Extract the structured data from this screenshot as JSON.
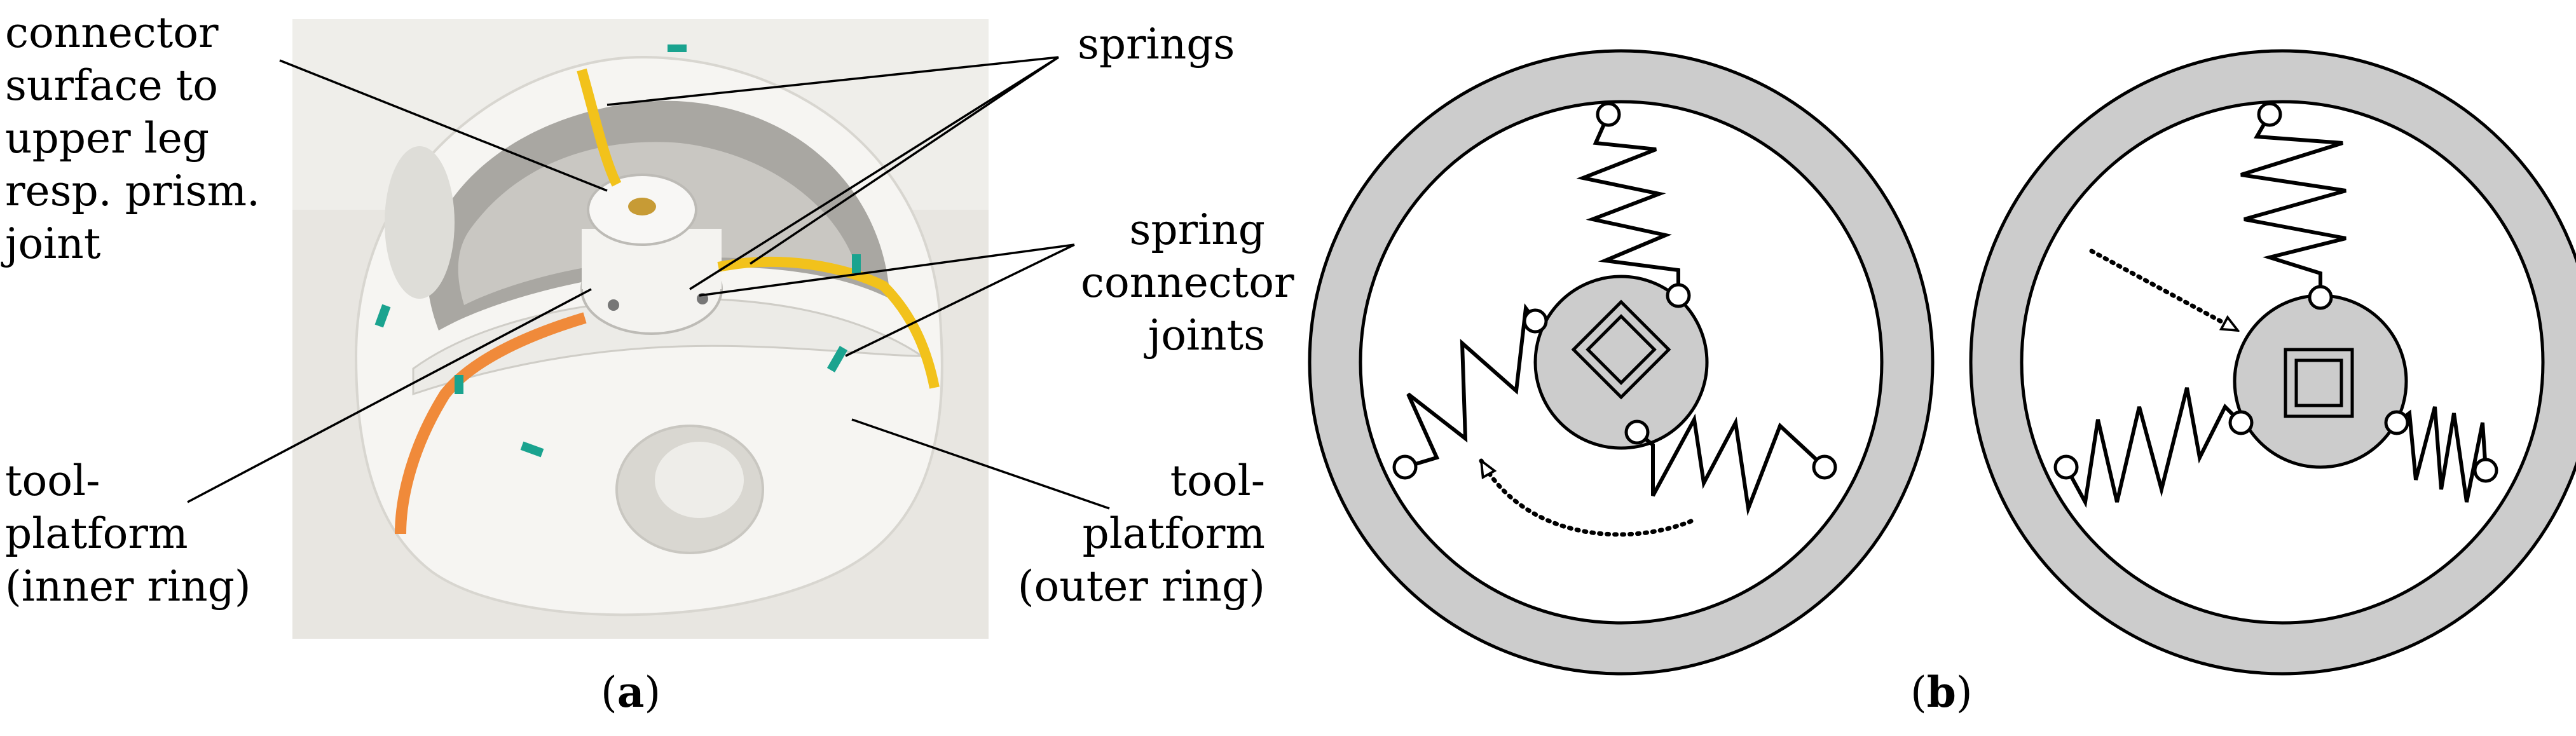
{
  "panel_a": {
    "caption_open": "(",
    "caption_letter": "a",
    "caption_close": ")",
    "labels": {
      "connector_surface": [
        "connector",
        "surface to",
        "upper leg",
        "resp. prism.",
        "joint"
      ],
      "springs": [
        "springs"
      ],
      "spring_connector_joints": [
        "spring",
        "connector",
        "joints"
      ],
      "tool_platform_inner": [
        "tool-",
        "platform",
        "(inner ring)"
      ],
      "tool_platform_outer": [
        "tool-",
        "platform",
        "(outer ring)"
      ]
    }
  },
  "panel_b": {
    "caption_open": "(",
    "caption_letter": "b",
    "caption_close": ")"
  },
  "colors": {
    "ring_gray": "#cccccc",
    "outline": "#000000",
    "photo_bg": "#e9e7e2",
    "part_white": "#f6f5f2",
    "spring_yellow": "#f2c21b",
    "spring_orange": "#f08a3a",
    "joint_teal": "#1aa38f"
  }
}
